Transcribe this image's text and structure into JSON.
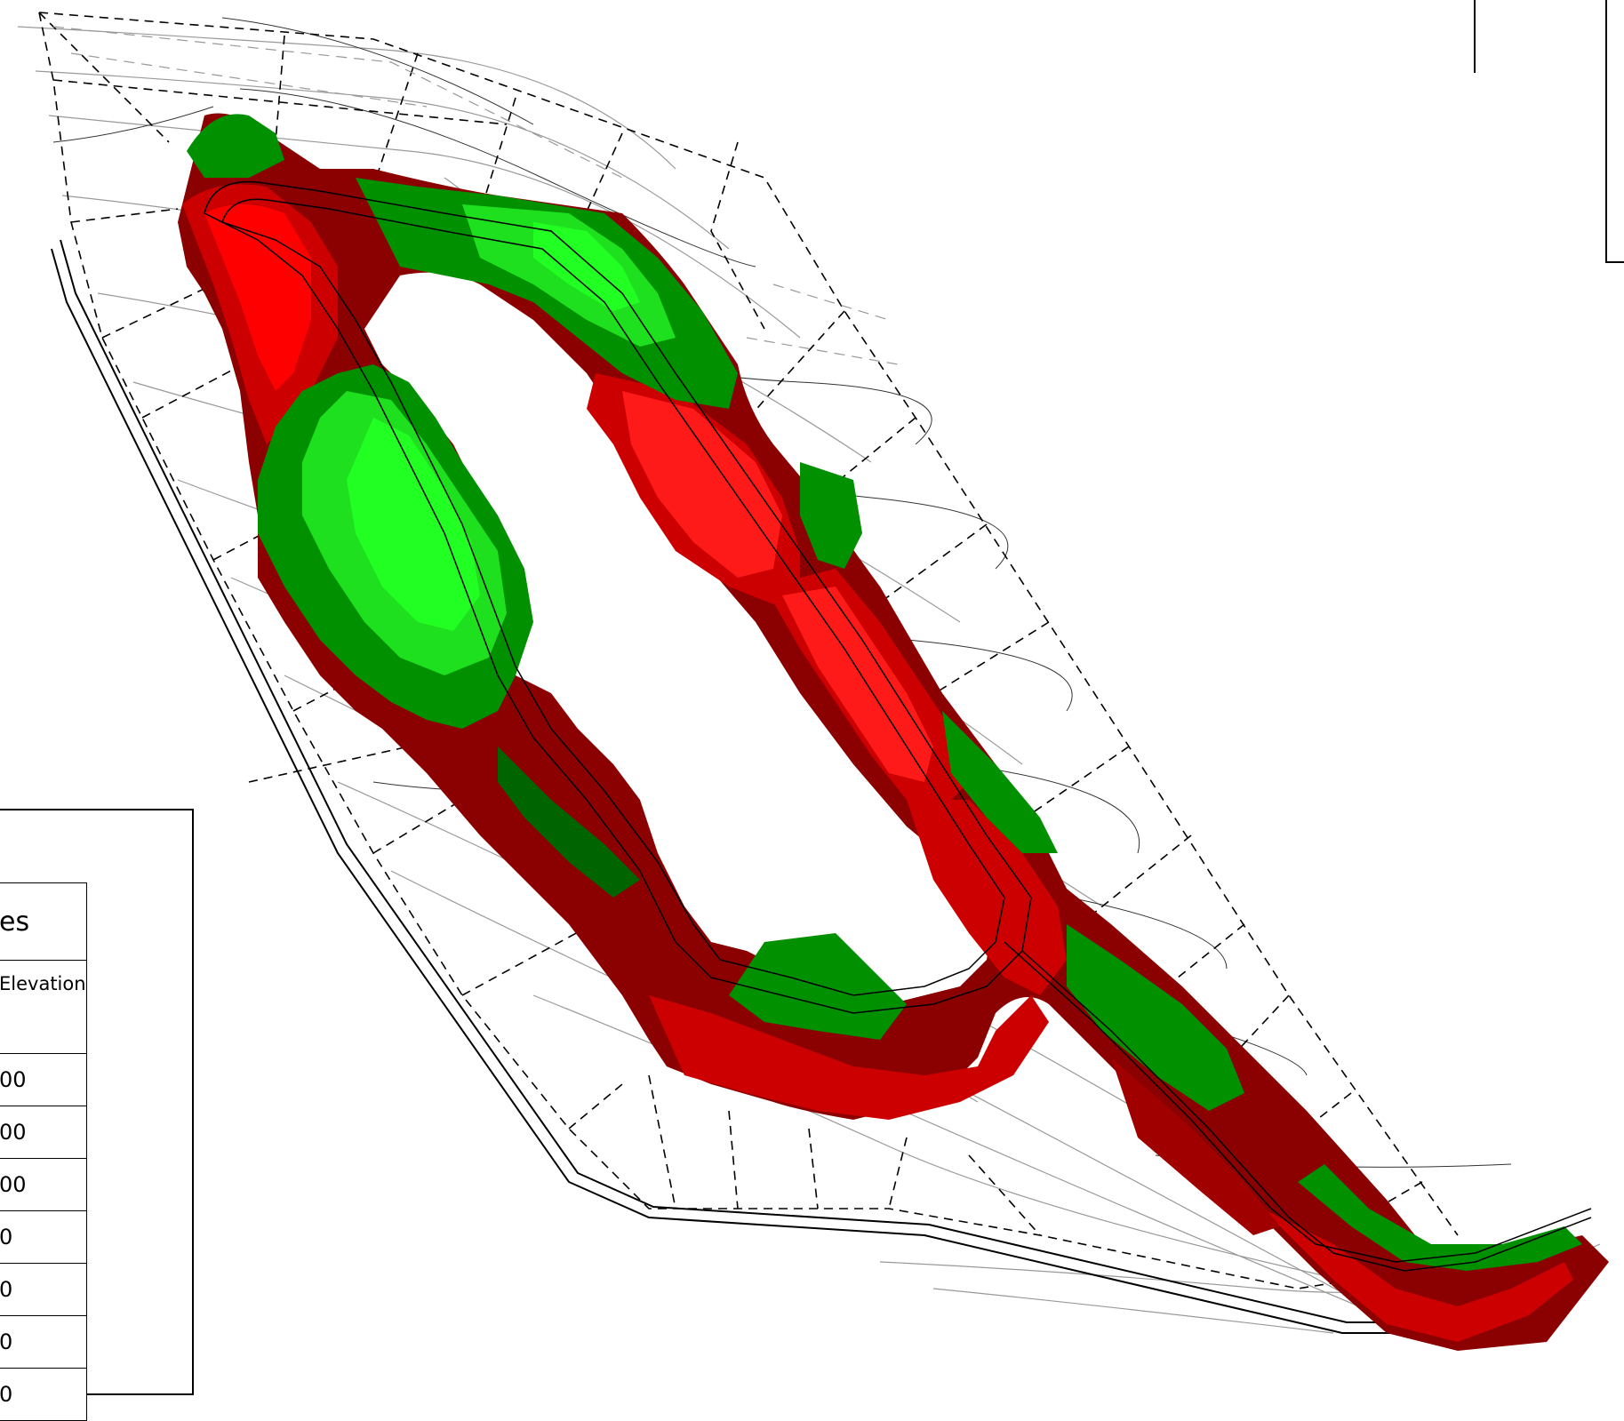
{
  "legend": {
    "title": "es",
    "column_header": "Elevation",
    "rows": [
      {
        "label": "00",
        "color": "#cc0000"
      },
      {
        "label": "00",
        "color": "#ff0000"
      },
      {
        "label": "00",
        "color": "#8b0000"
      },
      {
        "label": "0",
        "color": "#006400"
      },
      {
        "label": "0",
        "color": "#008000"
      },
      {
        "label": "0",
        "color": "#22cc22"
      },
      {
        "label": "0",
        "color": "#00ee00"
      }
    ]
  },
  "colors": {
    "cut_dark": "#8b0000",
    "cut_mid": "#cc0000",
    "cut_bright": "#ff1a1a",
    "fill_dark": "#005f00",
    "fill_mid": "#009000",
    "fill_bright": "#1ee01e",
    "lines": "#000000",
    "contours": "#888888"
  }
}
